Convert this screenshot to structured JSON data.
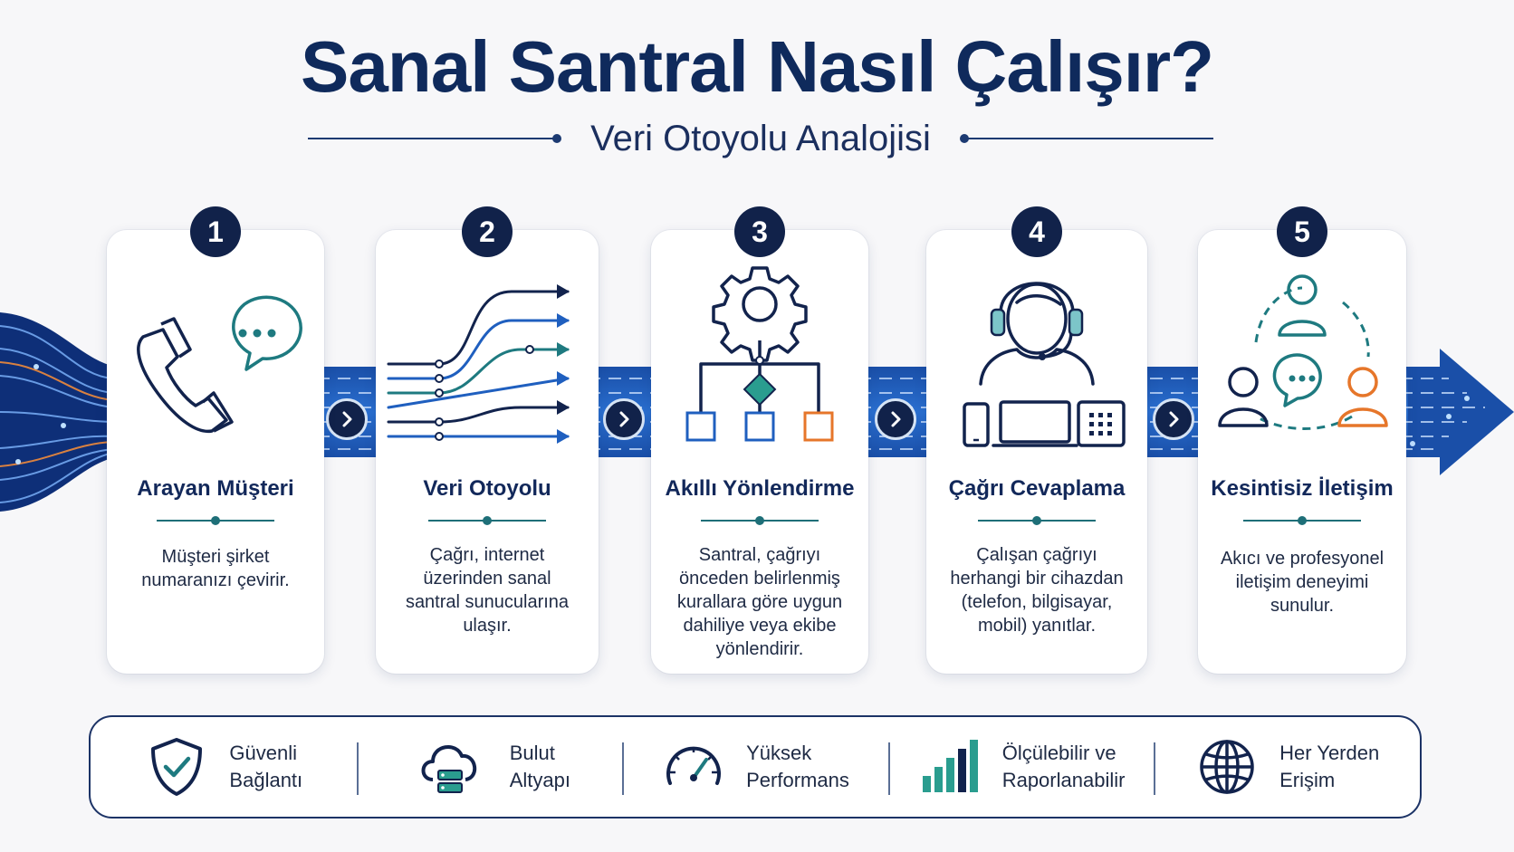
{
  "title": "Sanal Santral Nasıl Çalışır?",
  "subtitle": "Veri Otoyolu Analojisi",
  "colors": {
    "navy": "#11224a",
    "teal": "#1e7a80",
    "orange": "#e6762a",
    "blue": "#1f5fbf"
  },
  "steps": [
    {
      "number": "1",
      "title": "Arayan Müşteri",
      "desc": "Müşteri şirket numaranızı çevirir.",
      "icon": "phone-chat-icon"
    },
    {
      "number": "2",
      "title": "Veri Otoyolu",
      "desc": "Çağrı, internet üzerinden sanal santral sunucularına ulaşır.",
      "icon": "data-lanes-icon"
    },
    {
      "number": "3",
      "title": "Akıllı Yönlendirme",
      "desc": "Santral, çağrıyı önceden belirlenmiş kurallara göre uygun dahiliye veya ekibe yönlendirir.",
      "icon": "gear-routing-icon"
    },
    {
      "number": "4",
      "title": "Çağrı Cevaplama",
      "desc": "Çalışan çağrıyı herhangi bir cihazdan (telefon, bilgisayar, mobil) yanıtlar.",
      "icon": "agent-headset-icon"
    },
    {
      "number": "5",
      "title": "Kesintisiz İletişim",
      "desc": "Akıcı ve profesyonel iletişim deneyimi sunulur.",
      "icon": "people-network-icon"
    }
  ],
  "features": [
    {
      "line1": "Güvenli",
      "line2": "Bağlantı",
      "icon": "shield-check-icon"
    },
    {
      "line1": "Bulut",
      "line2": "Altyapı",
      "icon": "cloud-server-icon"
    },
    {
      "line1": "Yüksek",
      "line2": "Performans",
      "icon": "speedometer-icon"
    },
    {
      "line1": "Ölçülebilir ve",
      "line2": "Raporlanabilir",
      "icon": "bar-chart-icon"
    },
    {
      "line1": "Her Yerden",
      "line2": "Erişim",
      "icon": "globe-icon"
    }
  ]
}
